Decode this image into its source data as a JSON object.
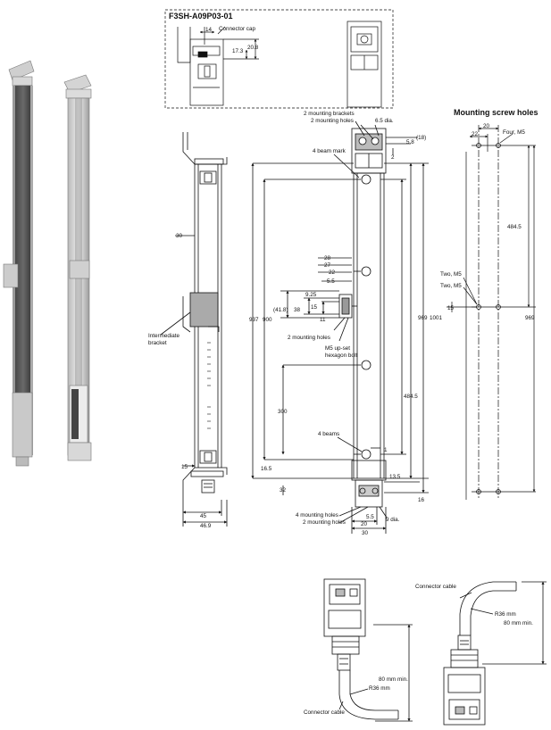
{
  "model": "F3SH-A09P03-01",
  "heading_mounting": "Mounting screw holes",
  "inset": {
    "connector_cap": "Connector cap",
    "dim_14": "14",
    "dim_173": "17.3",
    "dim_208": "20.8"
  },
  "front_view": {
    "dim_30": "30",
    "intermediate_bracket": "Intermediate\nbracket",
    "dim_15": "15",
    "dim_45": "45",
    "dim_469": "46.9"
  },
  "side_view": {
    "mounting_brackets": "2 mounting brackets",
    "mounting_holes_top": "2 mounting holes",
    "dia_65": "6.5 dia.",
    "beam_mark": "4 beam mark",
    "dim_18": "(18)",
    "dim_58": "5.8",
    "dim_2": "2",
    "dim_28": "28",
    "dim_27": "27",
    "dim_22": "22",
    "dim_55": "5.5",
    "dim_925": "9.25",
    "dim_418": "(41.8)",
    "dim_38": "38",
    "dim_15": "15",
    "dim_11": "11",
    "dim_937": "937",
    "dim_900": "900",
    "mounting_holes_mid": "2 mounting holes",
    "m5_bolt": "M5 up-set\nhexagon bolt",
    "dim_969": "969",
    "dim_1001": "1001",
    "dim_4845": "484.5",
    "dim_300": "300",
    "beams": "4 beams",
    "dim_1": "1",
    "dim_165": "16.5",
    "dim_135": "13.5",
    "dim_32": "32",
    "dim_16": "16",
    "mounting_holes_4": "4 mounting holes",
    "mounting_holes_2b": "2 mounting holes",
    "dim_55b": "5.5",
    "dim_20": "20",
    "dia_9": "9 dia.",
    "dim_30": "30"
  },
  "screw_holes": {
    "dim_20": "20",
    "dim_22": "22",
    "four_m5": "Four, M5",
    "dim_4845": "484.5",
    "two_m5_a": "Two, M5",
    "two_m5_b": "Two, M5",
    "dim_15": "15",
    "dim_969": "969"
  },
  "cable_views": {
    "connector_cable_top": "Connector cable",
    "r36_top": "R36 mm",
    "mm80_top": "80 mm min.",
    "mm80_bottom": "80 mm min.",
    "r36_bottom": "R36 mm",
    "connector_cable_bottom": "Connector cable"
  }
}
